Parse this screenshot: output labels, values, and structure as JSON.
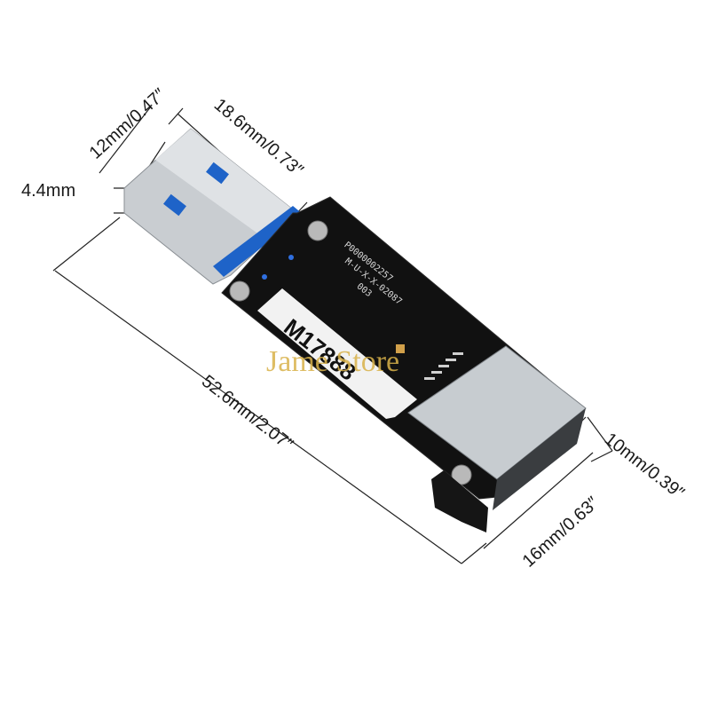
{
  "dimensions": {
    "thickness": "4.4mm",
    "plug_width": "12mm/0.47″",
    "board_width": "18.6mm/0.73″",
    "total_length": "52.6mm/2.07″",
    "slot_height": "10mm/0.39″",
    "slot_width": "16mm/0.63″"
  },
  "board": {
    "label": "M17888",
    "silkscreen": [
      "003",
      "M-U-X-X-02087",
      "P0000002257"
    ]
  },
  "watermark": "Jame Store",
  "colors": {
    "pcb": "#111111",
    "usb_blue": "#1e63c8",
    "metal": "#c9cdd1",
    "label_bg": "#f2f2f2",
    "watermark": "#d9b24a"
  }
}
